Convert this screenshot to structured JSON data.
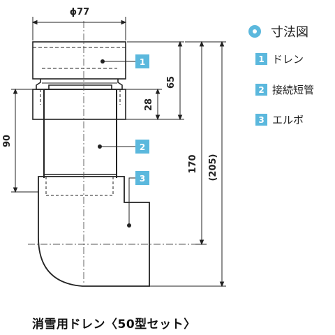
{
  "dimensions": {
    "diameter": "ϕ77",
    "d65": "65",
    "d28": "28",
    "d90": "90",
    "d170": "170",
    "d205": "(205)"
  },
  "legend": {
    "title": "寸法図",
    "items": [
      {
        "num": "1",
        "label": "ドレン"
      },
      {
        "num": "2",
        "label": "接続短管"
      },
      {
        "num": "3",
        "label": "エルボ"
      }
    ]
  },
  "callouts": [
    "1",
    "2",
    "3"
  ],
  "caption": "消雪用ドレン〈50型セット〉",
  "colors": {
    "accent": "#5bb8dd",
    "line": "#222222"
  }
}
